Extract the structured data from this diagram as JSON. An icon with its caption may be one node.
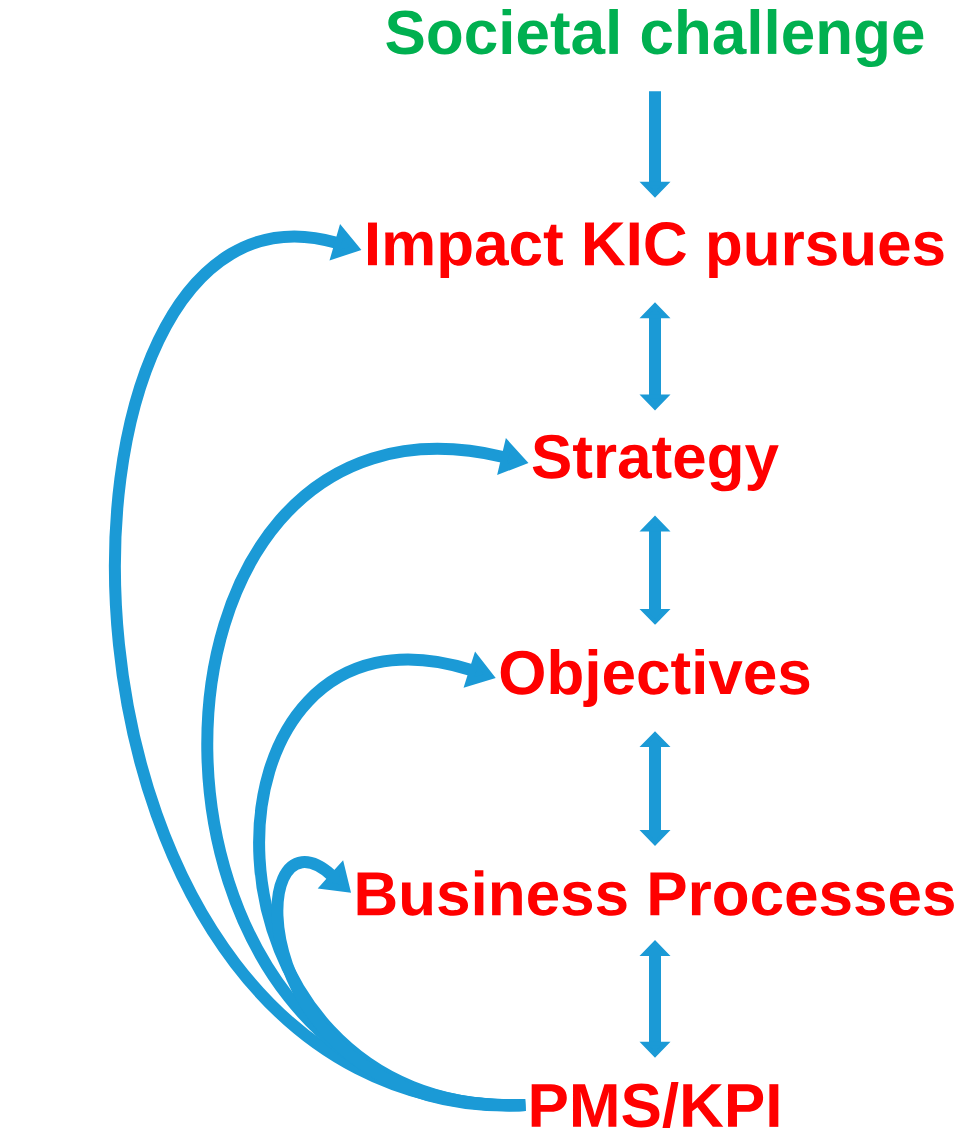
{
  "diagram": {
    "nodes": [
      {
        "text": [
          "Societal challenge"
        ]
      },
      {
        "text": [
          "Impact KIC pursues"
        ]
      },
      {
        "text": [
          "Strategy"
        ]
      },
      {
        "text": [
          "Objectives"
        ]
      },
      {
        "text": [
          "Business Processes"
        ]
      },
      {
        "text": [
          "PMS/KPI"
        ]
      }
    ],
    "edges": [
      {
        "from": 0,
        "to": 1,
        "arrow": "to"
      },
      {
        "from": 1,
        "to": 2,
        "arrow": "both"
      },
      {
        "from": 2,
        "to": 3,
        "arrow": "both"
      },
      {
        "from": 3,
        "to": 4,
        "arrow": "both"
      },
      {
        "from": 4,
        "to": 5,
        "arrow": "both"
      },
      {
        "from": 5,
        "to": 1,
        "arrow": "to"
      },
      {
        "from": 5,
        "to": 2,
        "arrow": "to"
      },
      {
        "from": 5,
        "to": 3,
        "arrow": "to"
      },
      {
        "from": 5,
        "to": 4,
        "arrow": "to"
      }
    ]
  }
}
